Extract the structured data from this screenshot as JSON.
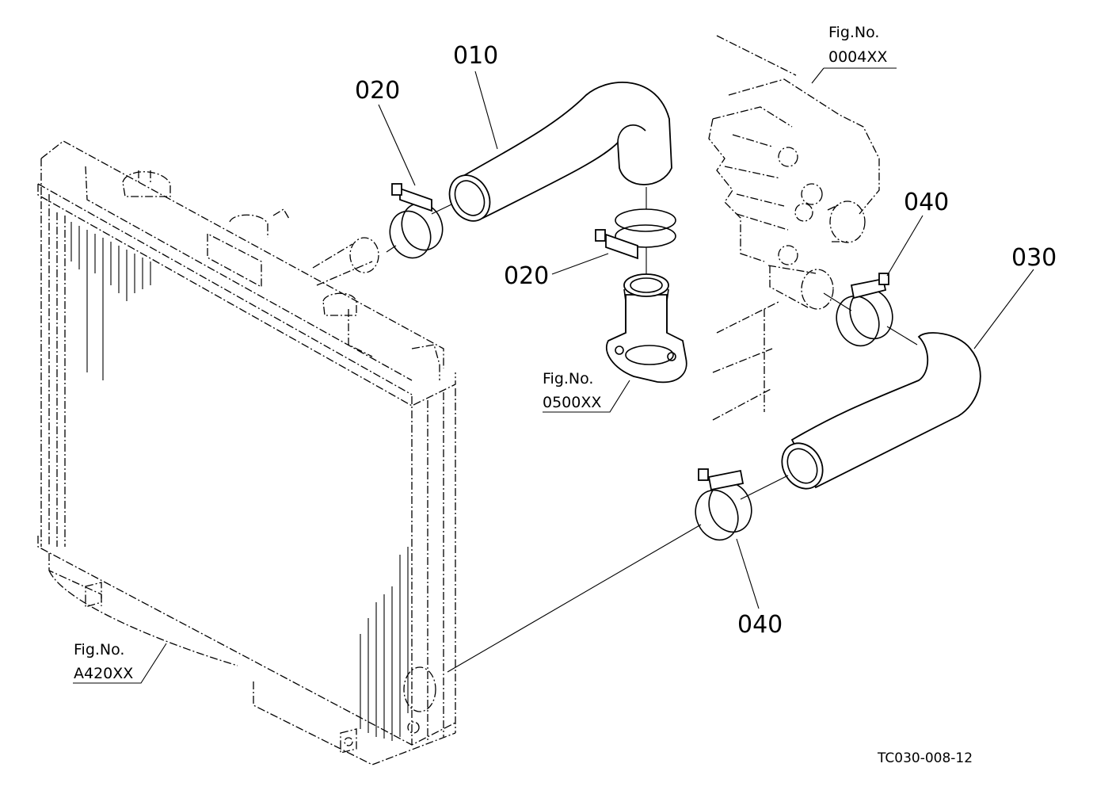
{
  "parts": {
    "p010": "010",
    "p020_top": "020",
    "p020_mid": "020",
    "p030": "030",
    "p040_top": "040",
    "p040_bottom": "040"
  },
  "figure_refs": {
    "engine": {
      "prefix": "Fig.No.",
      "number": "0004XX"
    },
    "thermostat": {
      "prefix": "Fig.No.",
      "number": "0500XX"
    },
    "radiator": {
      "prefix": "Fig.No.",
      "number": "A420XX"
    }
  },
  "drawing_code": "TC030-008-12"
}
